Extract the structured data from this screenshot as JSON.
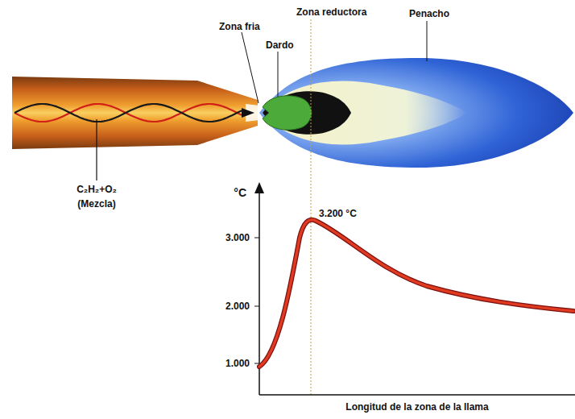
{
  "diagram": {
    "labels": [
      "Zona fria",
      "Dardo",
      "Zona reductora",
      "Penacho",
      "C₂H₂+O₂",
      "(Mezcla)",
      "°C",
      "3.200 °C",
      "3.000",
      "2.000",
      "1.000",
      "Longitud de la zona de la llama"
    ]
  }
}
